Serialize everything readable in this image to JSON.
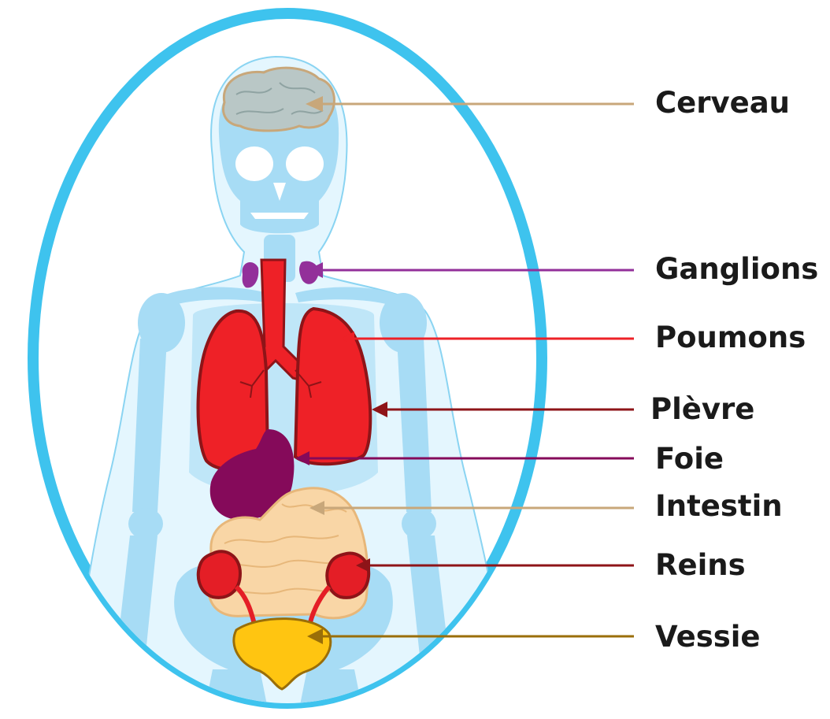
{
  "labels": {
    "cerveau": "Cerveau",
    "ganglions": "Ganglions",
    "poumons": "Poumons",
    "plevre": "Plèvre",
    "foie": "Foie",
    "intestin": "Intestin",
    "reins": "Reins",
    "vessie": "Vessie"
  },
  "colors": {
    "frame": "#3ec3ee",
    "body_fill": "#d8f2fd",
    "body_outline": "#8ad4f2",
    "bone": "#a7dcf5",
    "brain": "#b9c7c6",
    "brain_outline": "#c8a77a",
    "lymph_nodes": "#93309a",
    "lungs": "#ee2127",
    "lungs_outline": "#8e1418",
    "liver": "#850a5a",
    "intestine": "#f9d6a6",
    "intestine_outline": "#e7b77a",
    "kidneys": "#e41e26",
    "bladder": "#ffc511",
    "bladder_outline": "#9a6e08"
  }
}
